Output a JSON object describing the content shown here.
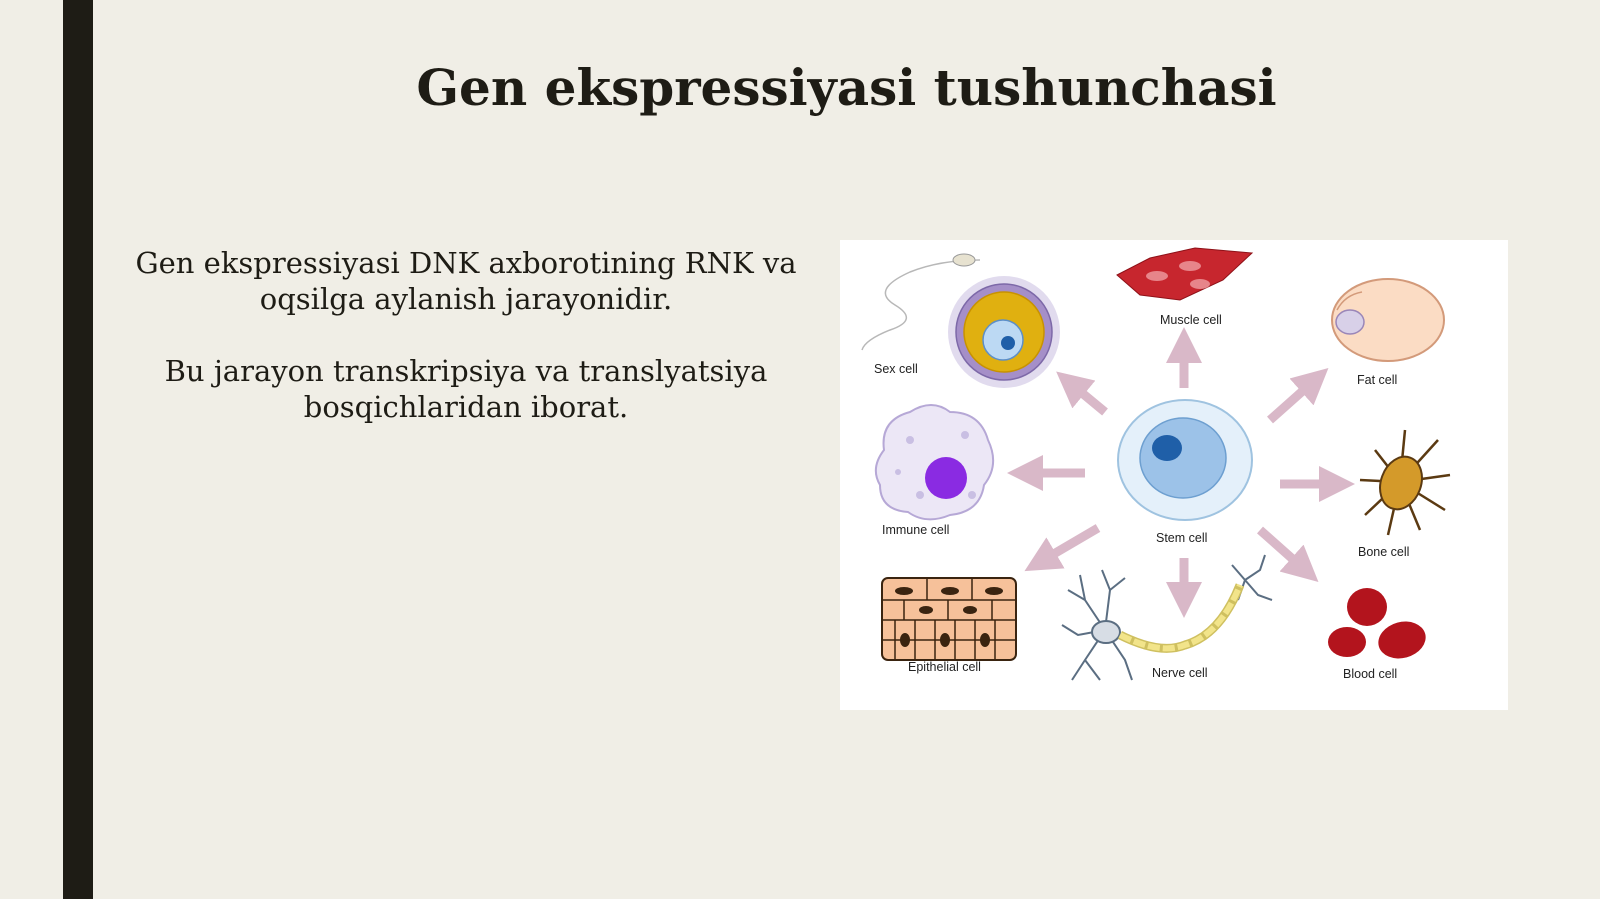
{
  "slide": {
    "title": "Gen ekspressiyasi tushunchasi",
    "paragraphs": [
      "Gen ekspressiyasi DNK axborotining RNK va oqsilga aylanish jarayonidir.",
      "Bu jarayon transkripsiya va translyatsiya bosqichlaridan iborat."
    ]
  },
  "diagram": {
    "labels": {
      "muscle": "Muscle cell",
      "fat": "Fat cell",
      "sex": "Sex cell",
      "immune": "Immune cell",
      "stem": "Stem cell",
      "bone": "Bone cell",
      "epithelial": "Epithelial cell",
      "nerve": "Nerve cell",
      "blood": "Blood cell"
    },
    "colors": {
      "arrow": "#d9b8c8",
      "muscle": "#c7262e",
      "blood": "#b3141d",
      "stem_nucleus": "#1f5fa8",
      "immune_nucleus": "#8a2be2",
      "egg_yolk": "#e0b010"
    }
  }
}
